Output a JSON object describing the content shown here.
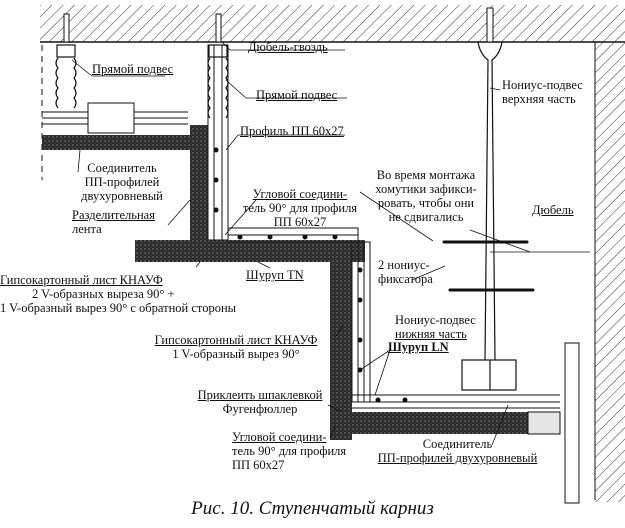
{
  "diagram": {
    "caption": "Рис. 10. Ступенчатый карниз",
    "labels": {
      "dowel_nail": "Дюбель-гвоздь",
      "direct_hanger_1": "Прямой подвес",
      "direct_hanger_2": "Прямой подвес",
      "nonius_upper_1": "Нониус-подвес",
      "nonius_upper_2": "верхняя часть",
      "profile_pp": "Профиль ПП 60х27",
      "connector_two_level_1": "Соединитель",
      "connector_two_level_2": "ПП-профилей",
      "connector_two_level_3": "двухуровневый",
      "separating_tape_1": "Разделительная",
      "separating_tape_2": "лента",
      "corner_connector_top_1": "Угловой соедини-",
      "corner_connector_top_2": "тель 90° для профиля",
      "corner_connector_top_3": "ПП 60х27",
      "fix_note_1": "Во время монтажа",
      "fix_note_2": "хомутики зафикси-",
      "fix_note_3": "ровать, чтобы они",
      "fix_note_4": "не сдвигались",
      "dowel": "Дюбель",
      "screw_tn": "Шуруп TN",
      "gkl_1_line1": "Гипсокартонный лист КНАУФ",
      "gkl_1_line2": "2 V-образных выреза 90° +",
      "gkl_1_line3": "1 V-образный вырез 90° с обратной стороны",
      "nonius_fixator_1": "2 нониус-",
      "nonius_fixator_2": "фиксатора",
      "gkl_2_line1": "Гипсокартонный лист КНАУФ",
      "gkl_2_line2": "1 V-образный вырез 90°",
      "nonius_lower_1": "Нониус-подвес",
      "nonius_lower_2": "нижняя часть",
      "screw_ln": "Шуруп LN",
      "glue_1": "Приклеить шпаклевкой",
      "glue_2": "Фугенфюллер",
      "corner_connector_bottom_1": "Угловой соедини-",
      "corner_connector_bottom_2": "тель 90° для профиля",
      "corner_connector_bottom_3": "ПП 60х27",
      "connector_bottom_1": "Соединитель",
      "connector_bottom_2": "ПП-профилей двухуровневый"
    }
  }
}
